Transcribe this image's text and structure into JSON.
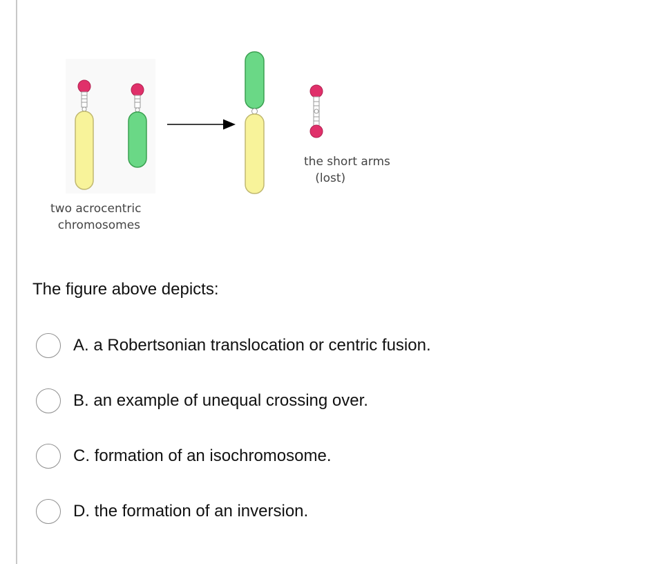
{
  "figure": {
    "label_left": "two acrocentric\n  chromosomes",
    "label_right": "the short arms\n   (lost)",
    "colors": {
      "long_arm_yellow": "#f8f39a",
      "long_arm_green": "#6ad886",
      "short_arm_pink": "#e0306a",
      "outline": "#b0b0b0",
      "arrow": "#000000"
    }
  },
  "question": {
    "prompt": "The figure above depicts:",
    "options": [
      {
        "letter": "A.",
        "text": "a Robertsonian translocation or centric fusion."
      },
      {
        "letter": "B.",
        "text": "an example of unequal crossing over."
      },
      {
        "letter": "C.",
        "text": "formation of an isochromosome."
      },
      {
        "letter": "D.",
        "text": "the formation of an inversion."
      }
    ]
  }
}
